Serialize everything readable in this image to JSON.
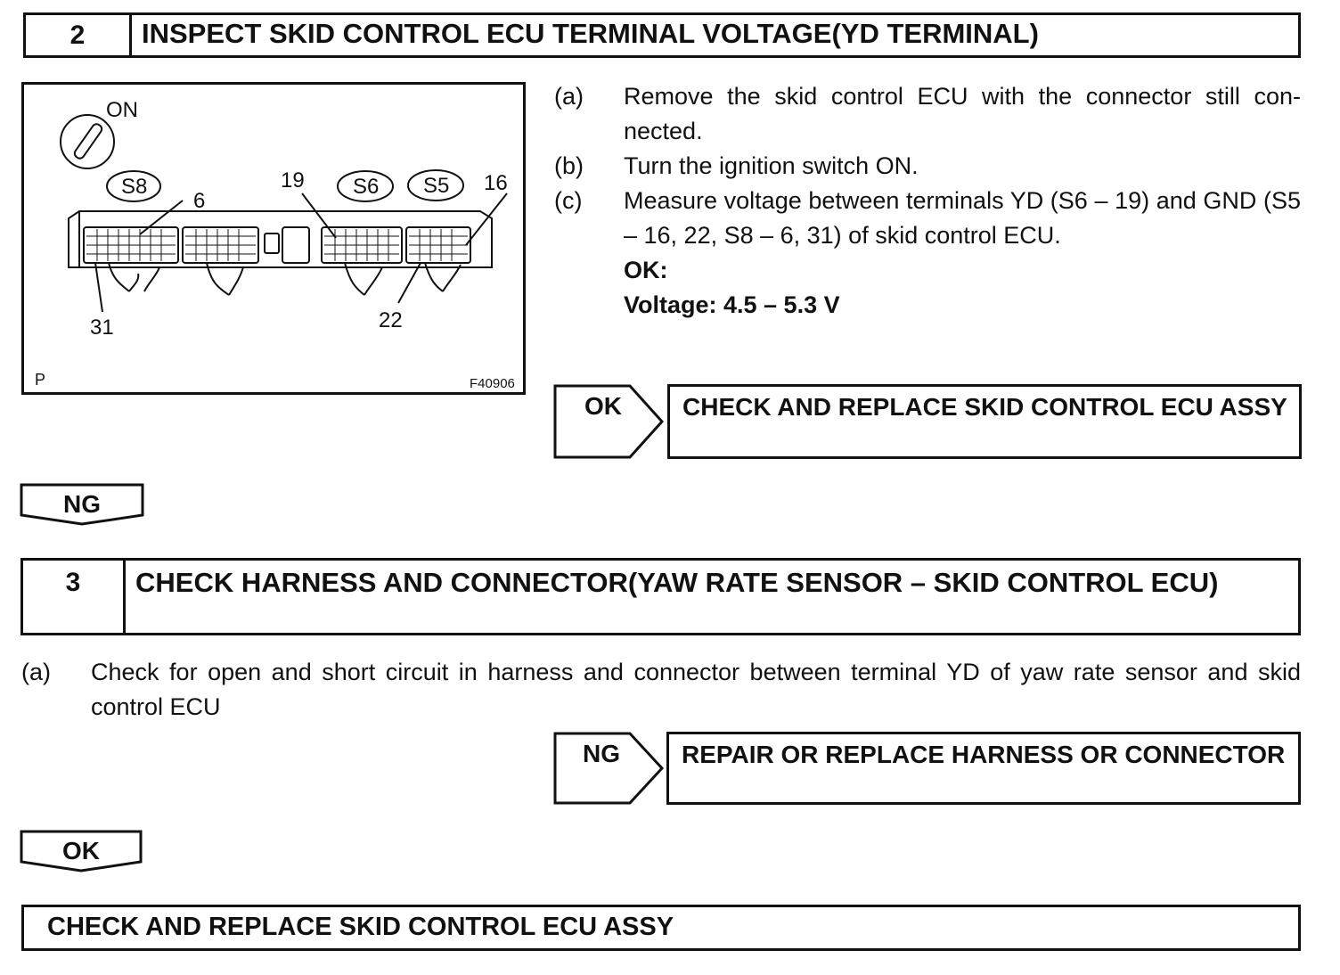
{
  "step2": {
    "number": "2",
    "title": "INSPECT SKID CONTROL ECU TERMINAL VOLTAGE(YD TERMINAL)"
  },
  "figure": {
    "switch_label": "ON",
    "connectors": [
      "S8",
      "S6",
      "S5"
    ],
    "pins": {
      "p6": "6",
      "p19": "19",
      "p16": "16",
      "p31": "31",
      "p22": "22"
    },
    "corner_label": "P",
    "figure_code": "F40906"
  },
  "instructions": [
    {
      "label": "(a)",
      "text": "Remove the skid control ECU with the connector still con-nected."
    },
    {
      "label": "(b)",
      "text": "Turn the ignition switch ON."
    },
    {
      "label": "(c)",
      "text": "Measure voltage between terminals YD (S6 – 19) and GND (S5 – 16, 22, S8 – 6, 31) of skid control ECU."
    }
  ],
  "spec": {
    "heading": "OK:",
    "value": "Voltage: 4.5 – 5.3 V"
  },
  "result1": {
    "arrow_label": "OK",
    "text": "CHECK AND REPLACE SKID CONTROL ECU ASSY"
  },
  "tab1": {
    "label": "NG"
  },
  "step3": {
    "number": "3",
    "title": "CHECK HARNESS AND CONNECTOR(YAW RATE SENSOR – SKID CONTROL ECU)"
  },
  "step3_instruction": {
    "label": "(a)",
    "text": "Check for open and short circuit in harness and connector between terminal YD of yaw rate sensor and skid control ECU"
  },
  "result2": {
    "arrow_label": "NG",
    "text": "REPAIR OR REPLACE HARNESS OR CONNECTOR"
  },
  "tab2": {
    "label": "OK"
  },
  "final": {
    "text": "CHECK AND REPLACE SKID CONTROL ECU ASSY"
  }
}
